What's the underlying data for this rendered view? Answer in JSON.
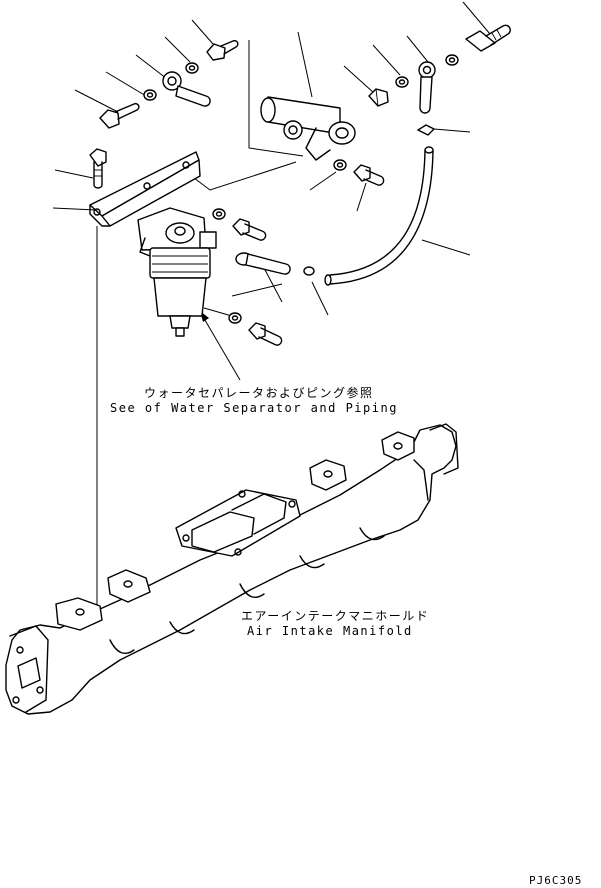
{
  "labels": {
    "water_separator_jp": "ウォータセパレータおよびピング参照",
    "water_separator_en": "See of Water Separator and Piping",
    "intake_manifold_jp": "エアーインテークマニホールド",
    "intake_manifold_en": "Air Intake Manifold",
    "drawing_code": "PJ6C305"
  }
}
